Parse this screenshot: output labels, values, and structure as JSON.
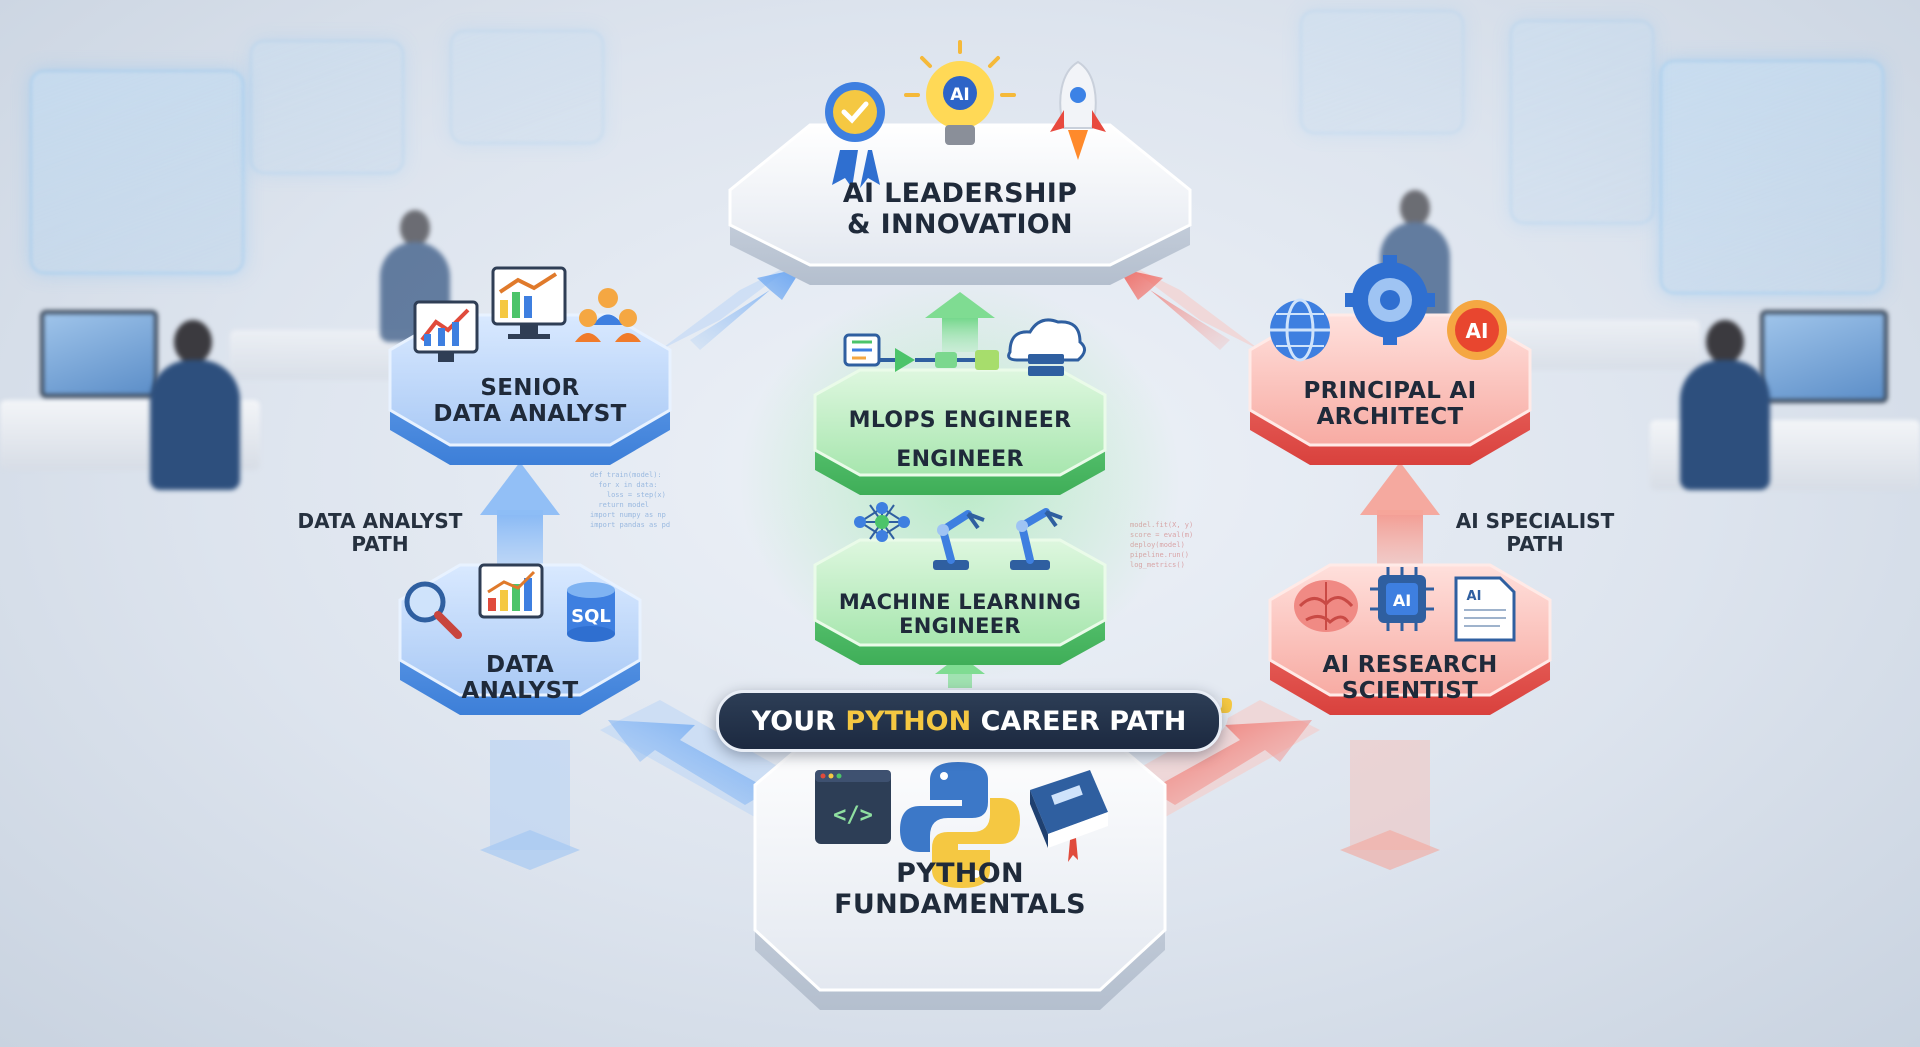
{
  "diagram": {
    "banner": {
      "prefix": "YOUR ",
      "accent": "PYTHON",
      "suffix": " CAREER PATH"
    },
    "nodes": {
      "leadership": {
        "line1": "AI LEADERSHIP",
        "line2": "& INNOVATION",
        "icons": [
          "award-badge-icon",
          "ai-lightbulb-icon",
          "rocket-icon"
        ]
      },
      "senior_analyst": {
        "line1": "SENIOR",
        "line2": "DATA ANALYST",
        "icons": [
          "line-chart-icon",
          "dashboard-monitor-icon",
          "team-icon"
        ]
      },
      "data_analyst": {
        "line1": "DATA",
        "line2": "ANALYST",
        "icons": [
          "magnifier-icon",
          "bar-chart-icon",
          "sql-database-icon"
        ],
        "sql_text": "SQL"
      },
      "mlops": {
        "line1": "MLOPS ENGINEER",
        "line2": "ENGINEER",
        "icons": [
          "pipeline-icon",
          "cloud-server-icon"
        ]
      },
      "ml_engineer": {
        "line1": "MACHINE LEARNING",
        "line2": "ENGINEER",
        "icons": [
          "neural-network-icon",
          "robot-arm-icon",
          "robot-arm-icon"
        ]
      },
      "principal": {
        "line1": "PRINCIPAL AI",
        "line2": "ARCHITECT",
        "icons": [
          "globe-icon",
          "gear-icon",
          "ai-badge-icon"
        ]
      },
      "research": {
        "line1": "AI RESEARCH",
        "line2": "SCIENTIST",
        "icons": [
          "brain-icon",
          "ai-chip-icon",
          "ai-document-icon"
        ]
      },
      "fundamentals": {
        "line1": "PYTHON",
        "line2": "FUNDAMENTALS",
        "icons": [
          "code-window-icon",
          "python-logo-icon",
          "book-icon"
        ]
      }
    },
    "paths": {
      "data": {
        "line1": "DATA ANALYST",
        "line2": "PATH"
      },
      "ai": {
        "line1": "AI SPECIALIST",
        "line2": "PATH"
      }
    },
    "icon_text": {
      "ai": "AI",
      "code": "</>"
    },
    "colors": {
      "blue_path": "#4a8ee8",
      "green_path": "#4cc46a",
      "red_path": "#ec5a5a",
      "accent_yellow": "#f5c842",
      "banner_bg": "#1c2940"
    }
  }
}
